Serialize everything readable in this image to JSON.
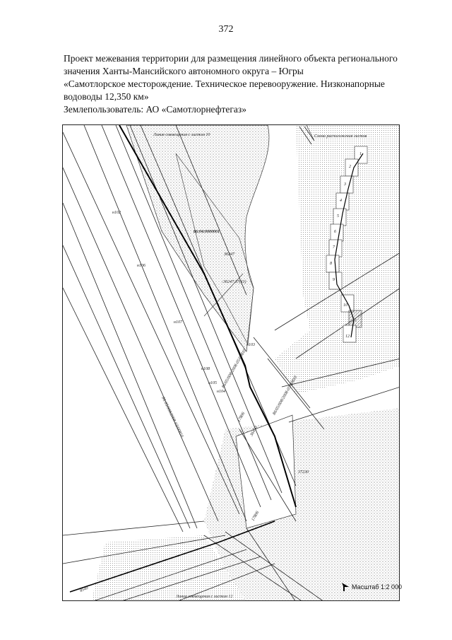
{
  "page_number": "372",
  "header": {
    "line1": "Проект межевания территории для размещения линейного объекта регионального",
    "line2": "значения Ханты-Мансийского автономного округа – Югры",
    "line3": "«Самотлорское месторождение. Техническое перевооружение. Низконапорные",
    "line4": "водоводы 12,350 км»",
    "line5": "Землепользователь: АО «Самотлорнефтегаз»"
  },
  "map": {
    "top_match_line": "Линия совмещения с листом 10",
    "bottom_match_line": "Линия совмещения с листом 12",
    "scheme_title": "Схема расположения листов",
    "sheet_numbers": [
      "1",
      "2",
      "3",
      "4",
      "5",
      "6",
      "7",
      "8",
      "9",
      "10",
      "11",
      "12"
    ],
    "parcels": {
      "quarter": "86:04:0000001",
      "p1": "36247",
      "p2": ":36247:37(11)",
      "p3": "37230",
      "p4": "17806",
      "p5": "17806",
      "p6": "36450",
      "p7": "8549"
    },
    "points": [
      "н102",
      "н106",
      "н107",
      "н103",
      "н108",
      "н105",
      "н104"
    ],
    "road_labels": [
      "86:05/008/2008-03/00810",
      "86/05/008/2008-05/00810",
      "86/05/008/2008-05/00810"
    ],
    "scale_text": "Масштаб 1:2 000",
    "scale_icon": "north-arrow-icon"
  }
}
